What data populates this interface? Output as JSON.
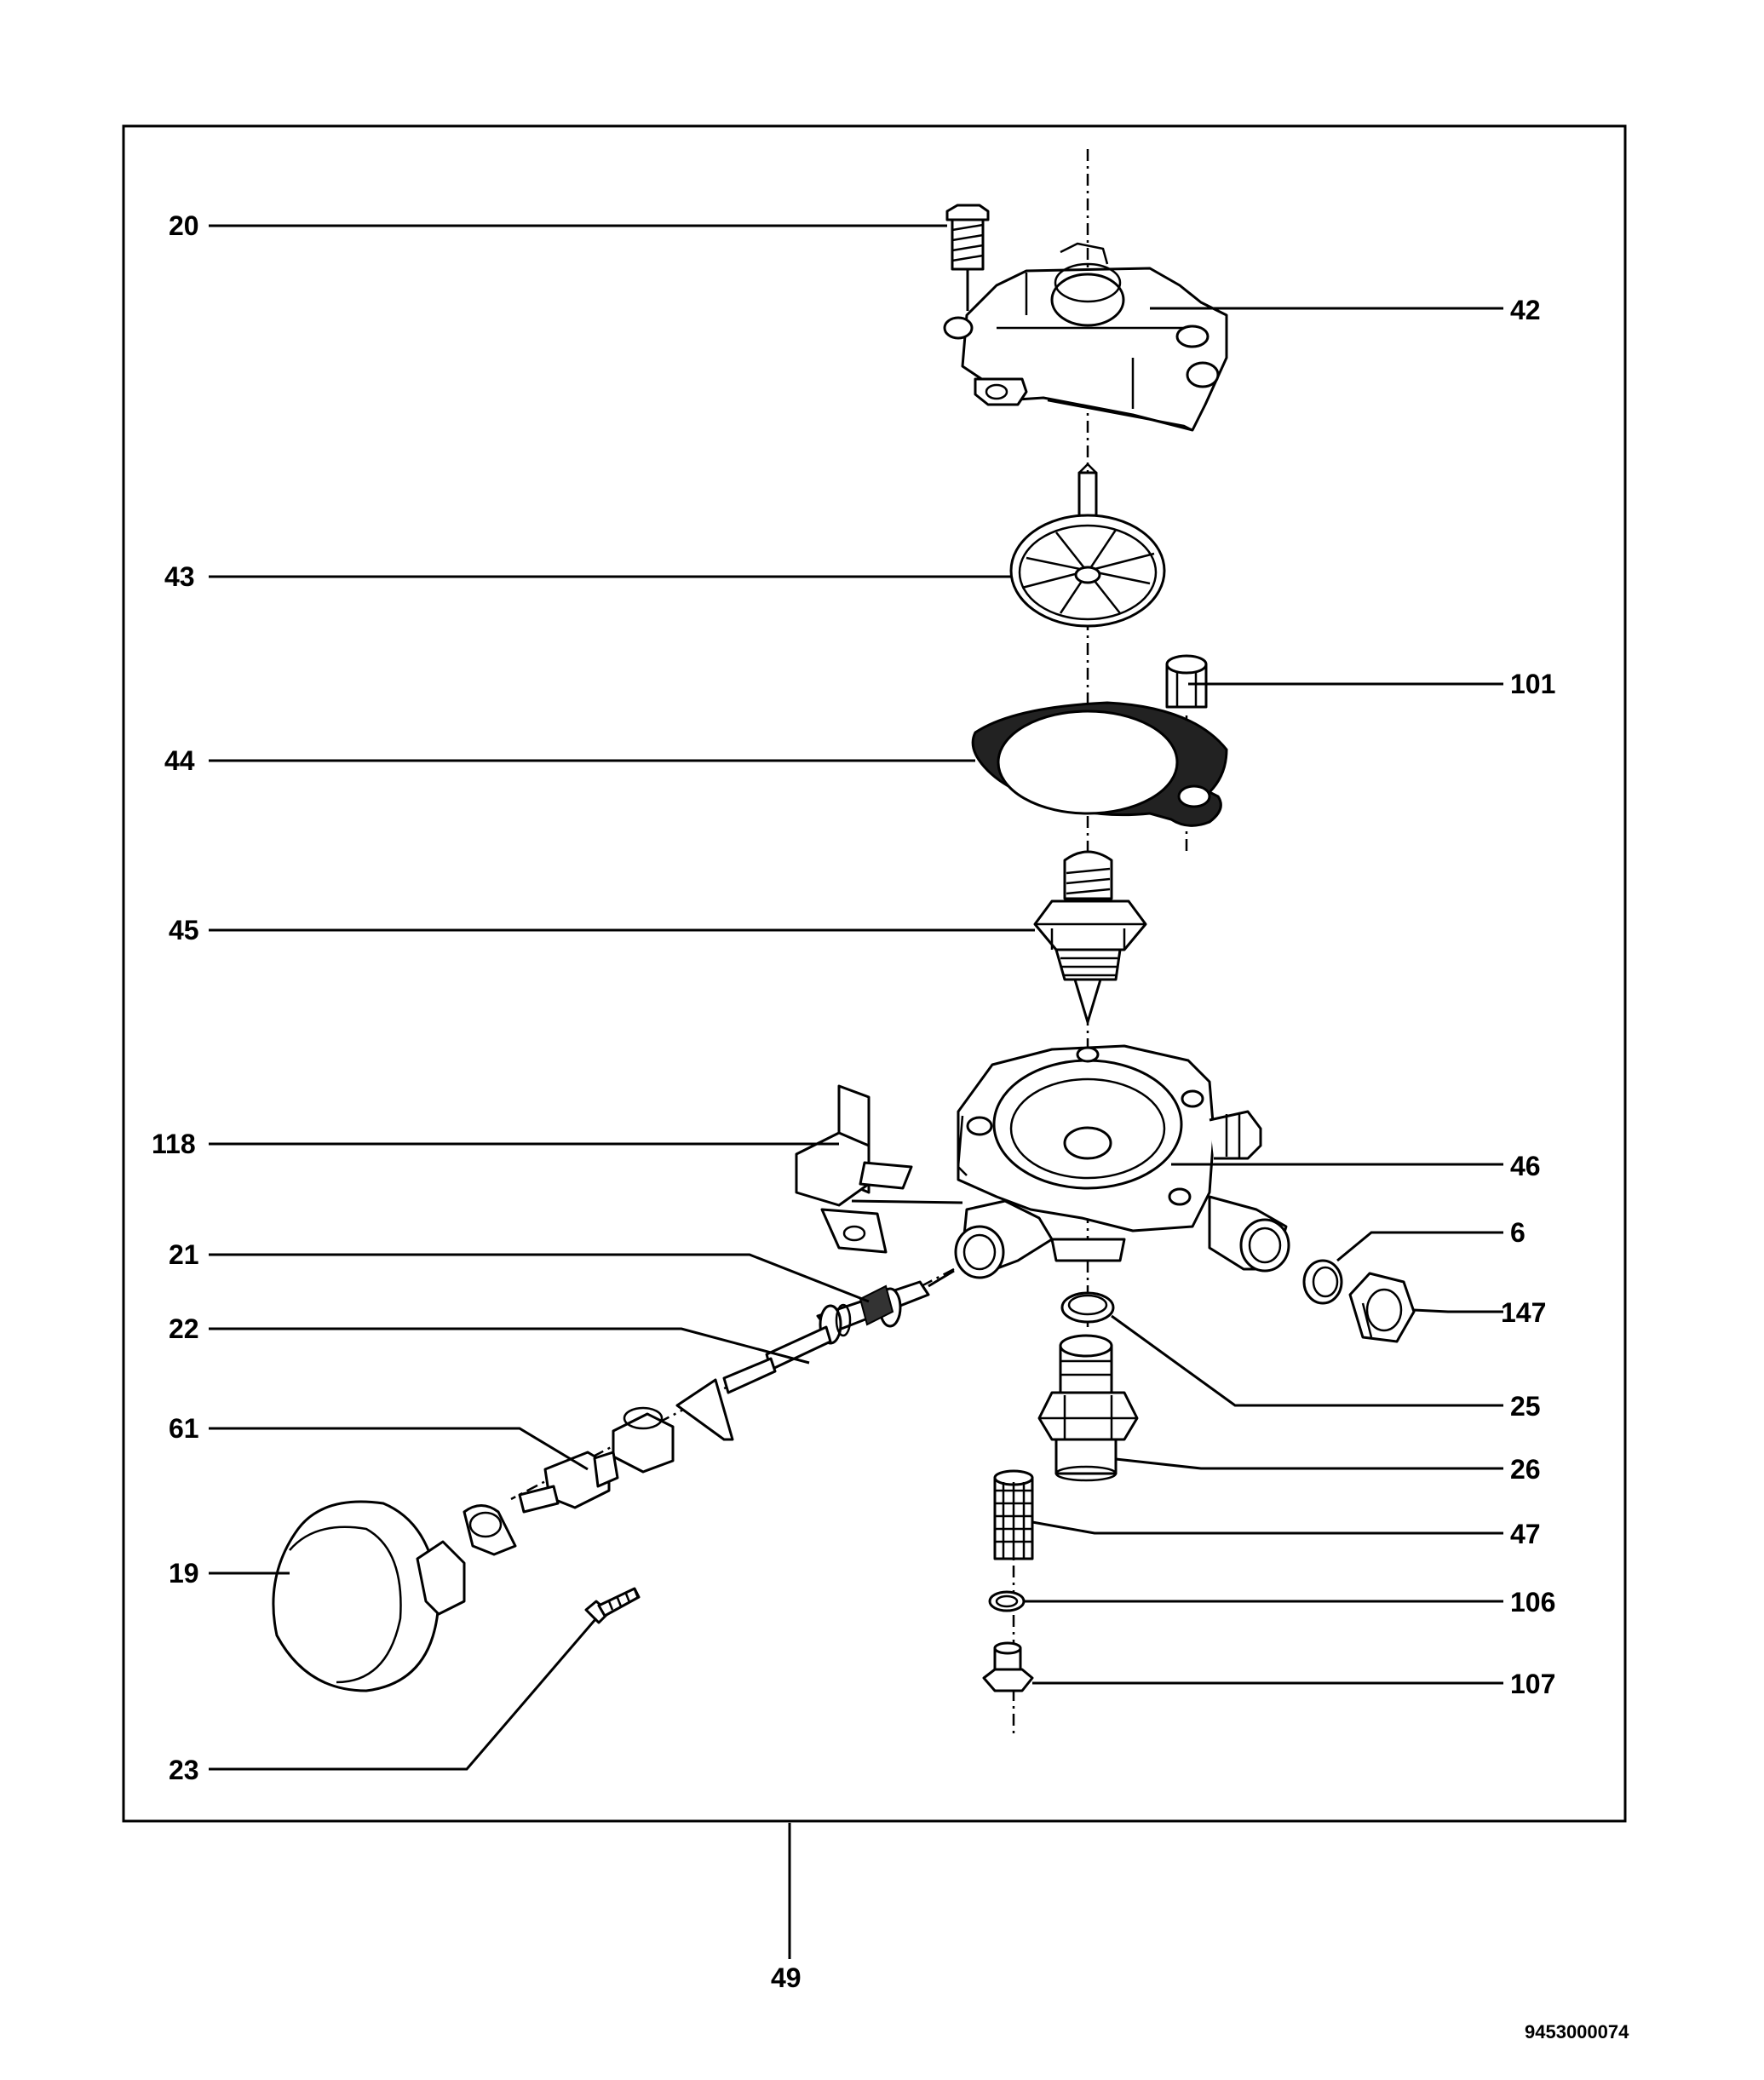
{
  "callouts": {
    "c20": "20",
    "c42": "42",
    "c43": "43",
    "c101": "101",
    "c44": "44",
    "c45": "45",
    "c118": "118",
    "c46": "46",
    "c6": "6",
    "c21": "21",
    "c147": "147",
    "c22": "22",
    "c25": "25",
    "c61": "61",
    "c26": "26",
    "c47": "47",
    "c19": "19",
    "c106": "106",
    "c107": "107",
    "c23": "23",
    "c49": "49"
  },
  "drawing_number": "9453000074",
  "icons": {
    "parts": [
      "hex-bolt",
      "top-cover",
      "diaphragm",
      "nut",
      "gasket",
      "valve",
      "bracket",
      "valve-body",
      "washer",
      "spindle",
      "hex-nut",
      "o-ring",
      "connector",
      "filter",
      "knob",
      "plug",
      "screw"
    ]
  }
}
